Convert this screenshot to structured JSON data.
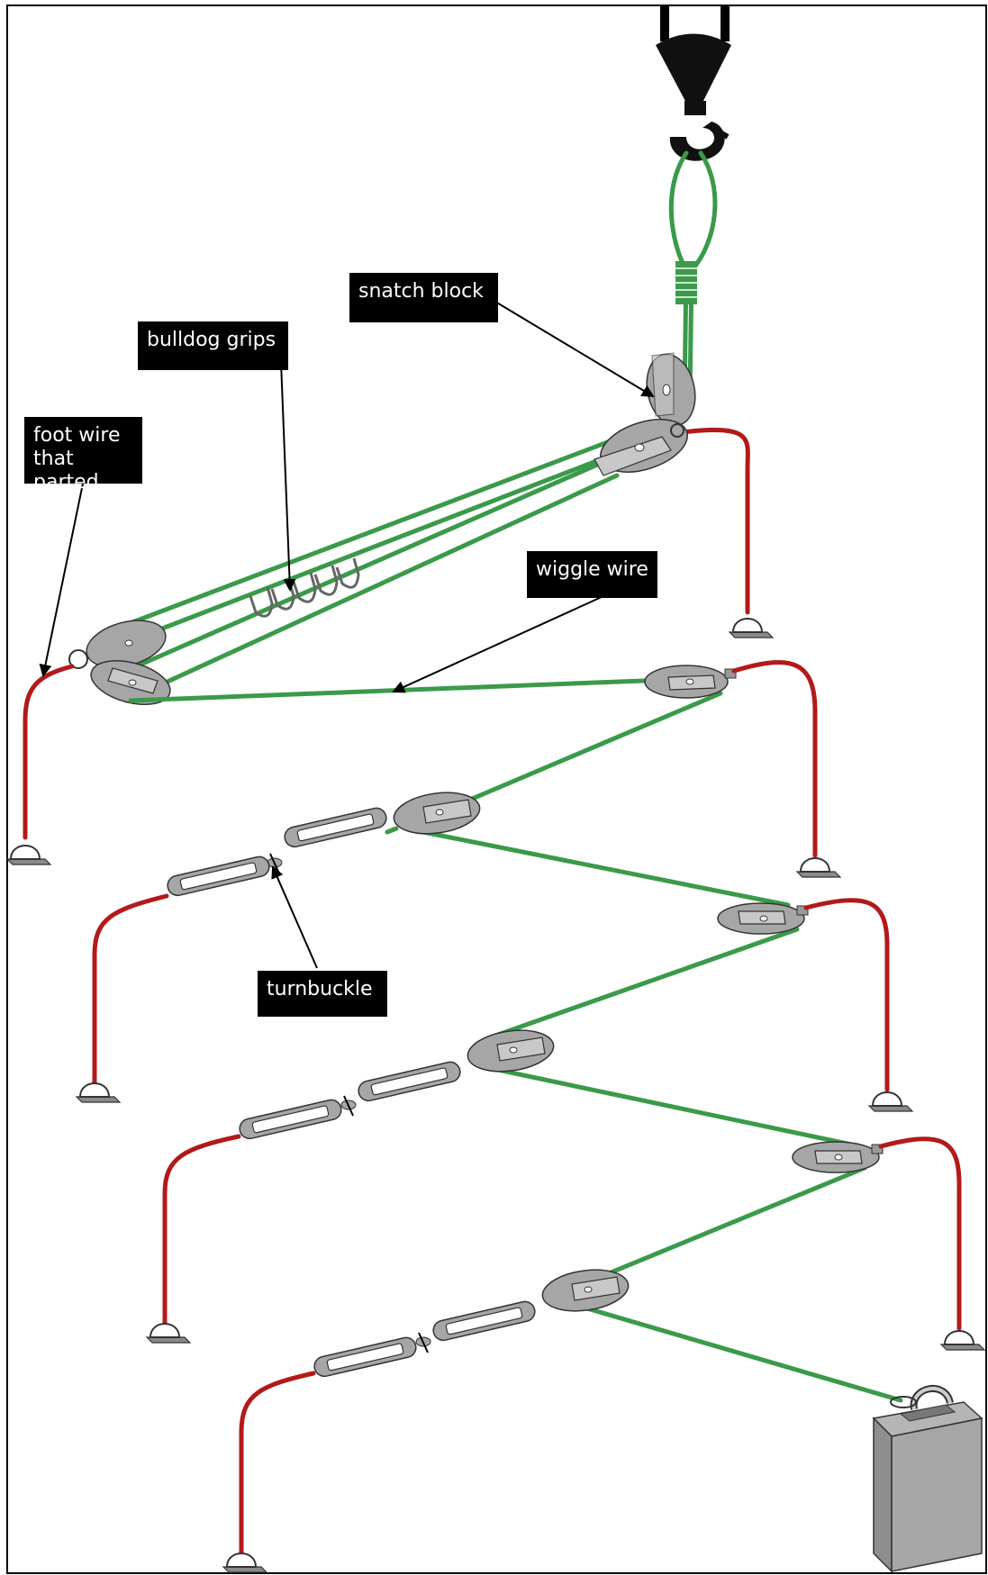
{
  "labels": {
    "snatch_block": "snatch block",
    "bulldog_grips": "bulldog grips",
    "foot_wire": "foot wire\nthat parted",
    "wiggle_wire": "wiggle wire",
    "turnbuckle": "turnbuckle"
  },
  "colors": {
    "wire_green": "#3a9a4a",
    "foot_wire_red": "#b21a1a",
    "sheave_grey": "#a6a6a6",
    "outline": "#333333",
    "label_bg": "#000000",
    "label_text": "#ffffff"
  }
}
